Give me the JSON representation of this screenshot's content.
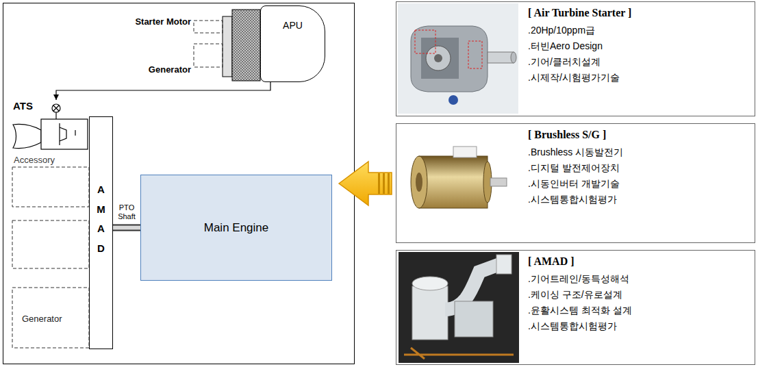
{
  "diagram": {
    "nodes": [
      {
        "text": [
          "APU"
        ]
      },
      {
        "text": [
          "ATS"
        ]
      },
      {
        "text": [
          "A M A D"
        ]
      },
      {
        "text": [
          "Main Engine"
        ]
      },
      {
        "text": [
          "[ Air Turbine Starter ]",
          ".20Hp/10ppm급",
          ".터빈Aero Design",
          ".기어/클러치설계",
          ".시제작/시험평가기술"
        ]
      },
      {
        "text": [
          "[ Brushless S/G ]",
          ".Brushless 시동발전기",
          ".디지털 발전제어장치",
          ".시동인버터 개발기술",
          ".시스템통합시험평가"
        ]
      },
      {
        "text": [
          "[ AMAD ]",
          ".기어트레인/동특성해석",
          ".케이싱 구조/유로설계",
          ".윤활시스템 최적화 설계",
          ".시스템통합시험평가"
        ]
      }
    ],
    "edges": [
      {
        "from": 0,
        "to": 1,
        "arrow": "to"
      },
      {
        "from": 2,
        "to": 3,
        "arrow": "none",
        "label": "PTO Shaft"
      }
    ],
    "labels": [
      "Starter Motor",
      "Generator",
      "Accessory",
      "Generator"
    ]
  }
}
